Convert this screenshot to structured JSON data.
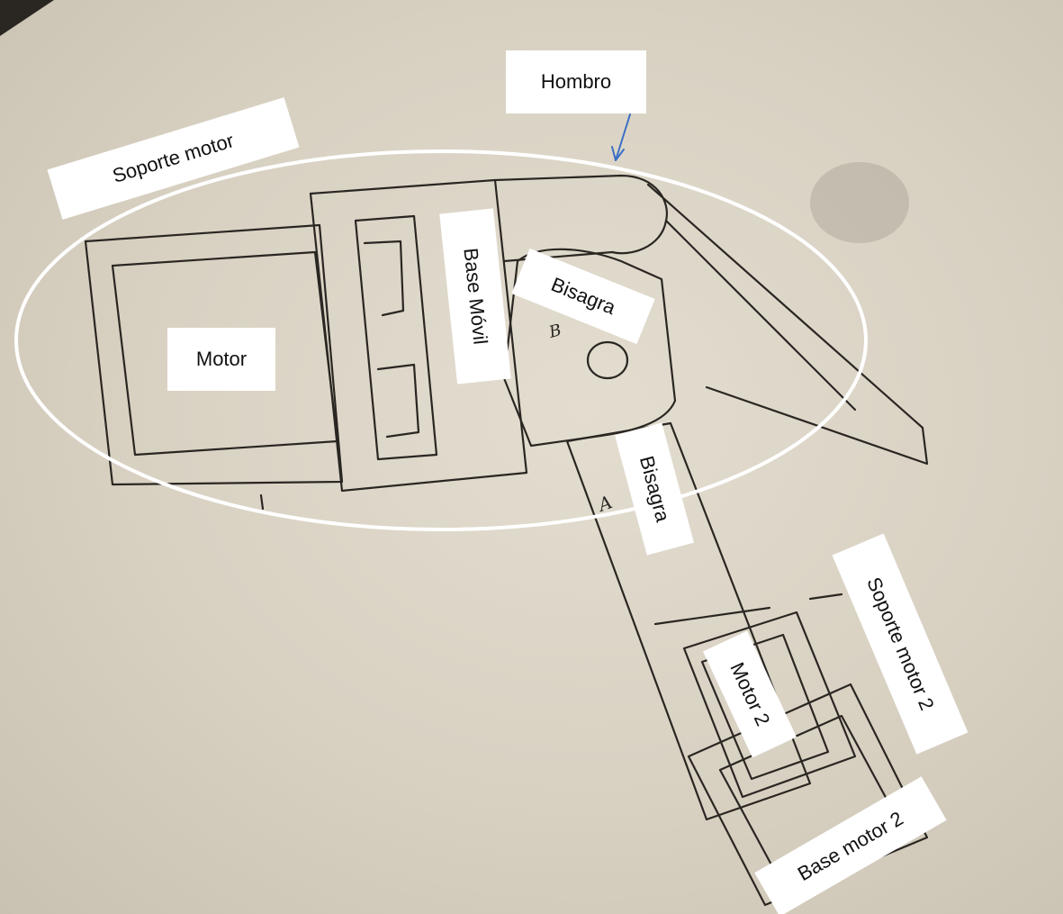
{
  "labels": {
    "hombro": "Hombro",
    "soporte_motor": "Soporte motor",
    "base_movil": "Base Móvil",
    "bisagra_1": "Bisagra",
    "motor": "Motor",
    "bisagra_2": "Bisagra",
    "soporte_motor_2": "Soporte motor 2",
    "motor_2": "Motor 2",
    "base_motor_2": "Base motor 2"
  },
  "sketch_marks": {
    "mark_b": "B",
    "mark_a": "A"
  },
  "colors": {
    "paper": "#d9d2c4",
    "pencil": "#2a2622",
    "highlight_ellipse": "#ffffff",
    "arrow": "#3b6fc4",
    "label_bg": "#ffffff"
  }
}
